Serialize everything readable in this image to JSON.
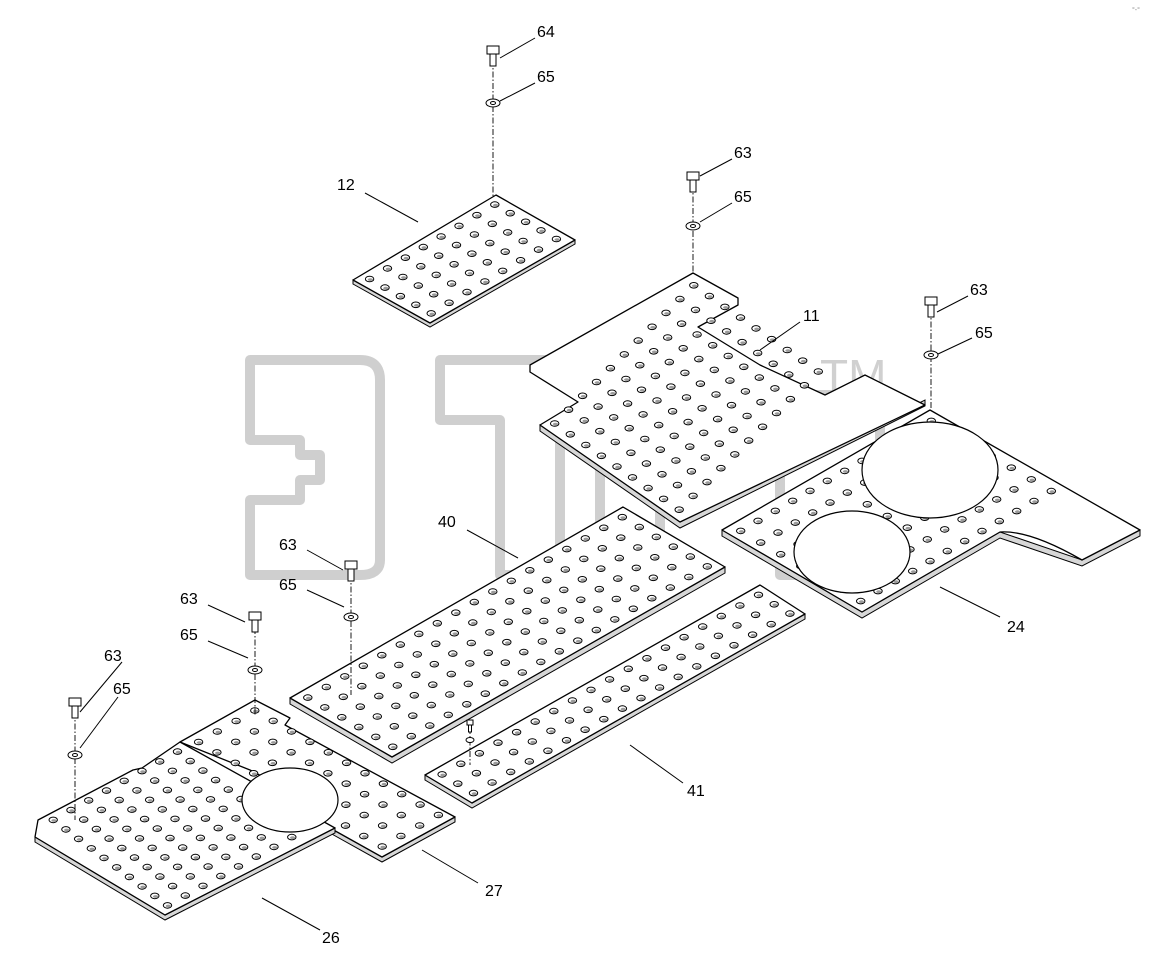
{
  "watermark": {
    "brand_text": "ЭТС",
    "trademark": "TM"
  },
  "corner_mark": "°-°",
  "labels": {
    "n64": "64",
    "n65": "65",
    "n63": "63",
    "n12": "12",
    "n11": "11",
    "n24": "24",
    "n40": "40",
    "n41": "41",
    "n26": "26",
    "n27": "27"
  }
}
